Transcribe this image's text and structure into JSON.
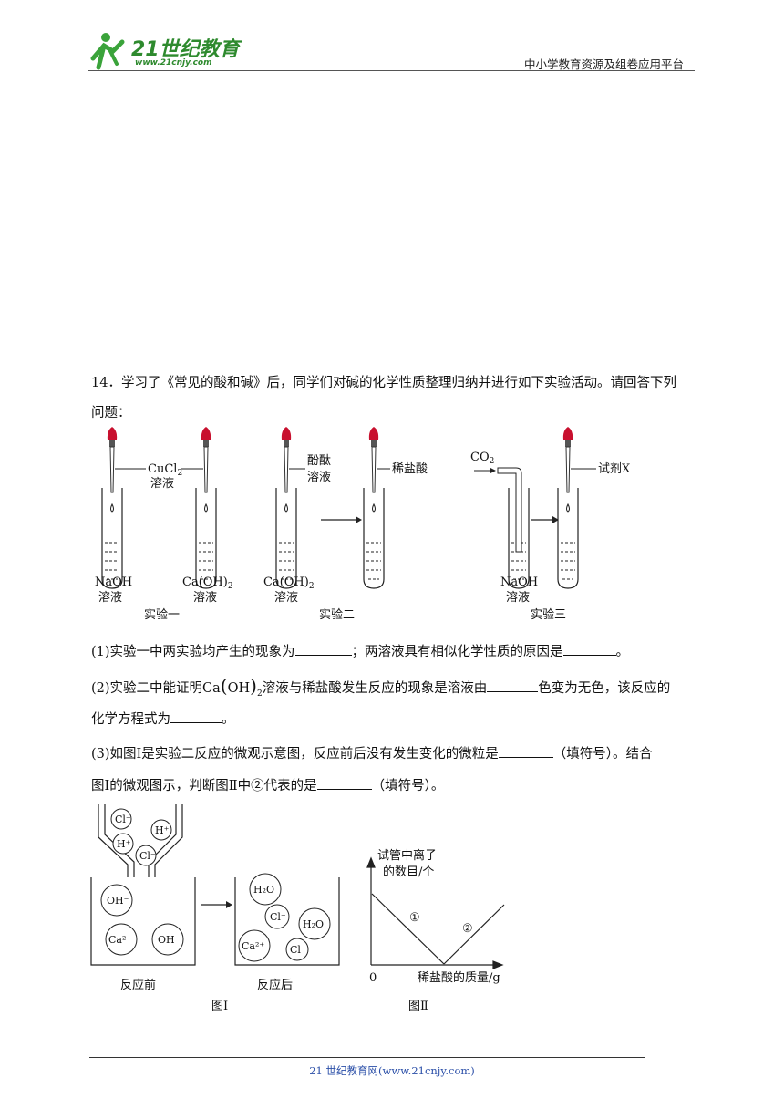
{
  "header": {
    "logo_main": "21世纪教育",
    "logo_url": "www.21cnjy.com",
    "right_text": "中小学教育资源及组卷应用平台"
  },
  "question": {
    "stem_line1": "14．学习了《常见的酸和碱》后，同学们对碱的化学性质整理归纳并进行如下实验活动。请回答下列",
    "stem_line2": "问题：",
    "sub1_a": "(1)实验一中两实验均产生的现象为",
    "sub1_b": "；两溶液具有相似化学性质的原因是",
    "sub1_c": "。",
    "sub2_a": "(2)实验二中能证明",
    "sub2_formula_main": "Ca",
    "sub2_formula_oh": "OH",
    "sub2_formula_sub": "2",
    "sub2_b": "溶液与稀盐酸发生反应的现象是溶液由",
    "sub2_c": "色变为无色，该反应的",
    "sub2_line2_a": "化学方程式为",
    "sub2_line2_b": "。",
    "sub3_line1_a": "(3)如图Ⅰ是实验二反应的微观示意图，反应前后没有发生变化的微粒是",
    "sub3_line1_b": "（填符号）。结合",
    "sub3_line2_a": "图Ⅰ的微观图示，判断图Ⅱ中②代表的是",
    "sub3_line2_b": "（填符号）。"
  },
  "experiments": {
    "exp1_label": "实验一",
    "exp2_label": "实验二",
    "exp3_label": "实验三",
    "cucl2": "CuCl",
    "cucl2_sub": "2",
    "solution": "溶液",
    "naoh": "NaOH",
    "caoh2": "Ca(OH)",
    "caoh2_sub": "2",
    "phenolphthalein": "酚酞",
    "dilute_hcl": "稀盐酸",
    "co2": "CO",
    "co2_sub": "2",
    "reagent_x": "试剂X"
  },
  "figure1": {
    "before_label": "反应前",
    "after_label": "反应后",
    "caption": "图Ⅰ",
    "ions_top": [
      "Cl⁻",
      "H⁺",
      "H⁺",
      "Cl⁻"
    ],
    "ions_before": [
      "OH⁻",
      "Ca²⁺",
      "OH⁻"
    ],
    "ions_after": [
      "H₂O",
      "Cl⁻",
      "H₂O",
      "Ca²⁺",
      "Cl⁻"
    ]
  },
  "figure2": {
    "y_label_line1": "试管中离子",
    "y_label_line2": "的数目/个",
    "x_label": "稀盐酸的质量/g",
    "origin": "0",
    "marker1": "①",
    "marker2": "②",
    "caption": "图Ⅱ"
  },
  "footer": {
    "text": "21 世纪教育网(www.21cnjy.com)"
  }
}
